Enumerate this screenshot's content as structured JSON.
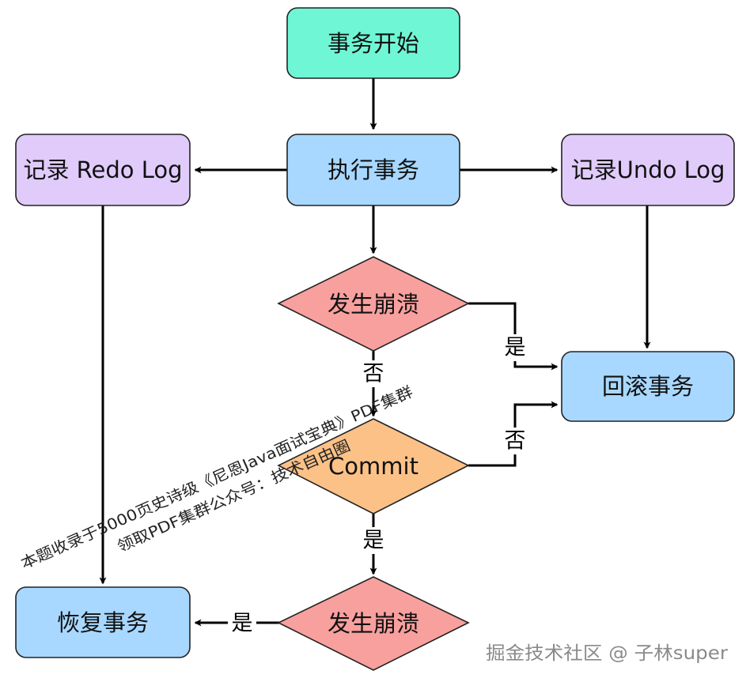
{
  "nodes": {
    "start": {
      "text": "事务开始",
      "color": "#6ff7d5"
    },
    "execute": {
      "text": "执行事务",
      "color": "#a8d8ff"
    },
    "redo": {
      "text": "记录 Redo Log",
      "color": "#e1cbfb"
    },
    "undo": {
      "text": "记录Undo Log",
      "color": "#e1cbfb"
    },
    "crash1": {
      "text": "发生崩溃",
      "color": "#f8a09e"
    },
    "rollback": {
      "text": "回滚事务",
      "color": "#a8d8ff"
    },
    "commit": {
      "text": "Commit",
      "color": "#fbc187"
    },
    "crash2": {
      "text": "发生崩溃",
      "color": "#f8a09e"
    },
    "recover": {
      "text": "恢复事务",
      "color": "#a8d8ff"
    }
  },
  "edge_labels": {
    "crash1_yes": "是",
    "crash1_no": "否",
    "commit_no": "否",
    "commit_yes": "是",
    "crash2_yes": "是"
  },
  "watermark": {
    "line1": "本题收录于5000页史诗级《尼恩Java面试宝典》PDF集群",
    "line2": "领取PDF集群公众号：技术自由圈"
  },
  "credit": "掘金技术社区 @ 子林super"
}
